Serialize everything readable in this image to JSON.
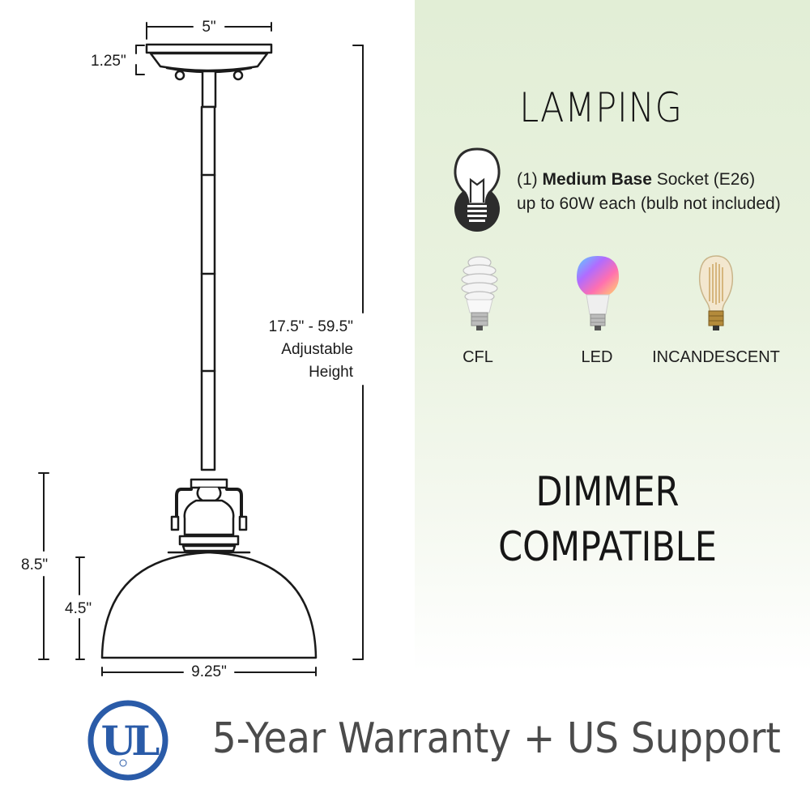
{
  "dimensions": {
    "canopy_width": "5\"",
    "canopy_height": "1.25\"",
    "adjustable_height_value": "17.5\" - 59.5\"",
    "adjustable_height_word1": "Adjustable",
    "adjustable_height_word2": "Height",
    "fixture_height": "8.5\"",
    "shade_height": "4.5\"",
    "shade_width": "9.25\""
  },
  "lamping": {
    "title": "LAMPING",
    "socket_prefix": "(1) ",
    "socket_bold": "Medium Base",
    "socket_suffix": " Socket (E26)",
    "socket_line2": "up to 60W each (bulb not included)",
    "bulb_types": [
      "CFL",
      "LED",
      "INCANDESCENT"
    ]
  },
  "dimmer": {
    "line1": "DIMMER",
    "line2": "COMPATIBLE"
  },
  "footer": {
    "logo_text": "UL",
    "warranty": "5-Year Warranty + US Support"
  },
  "colors": {
    "ul_blue": "#2a5ba8",
    "panel_green": "#e2eed6",
    "line_dark": "#1a1a1a"
  }
}
